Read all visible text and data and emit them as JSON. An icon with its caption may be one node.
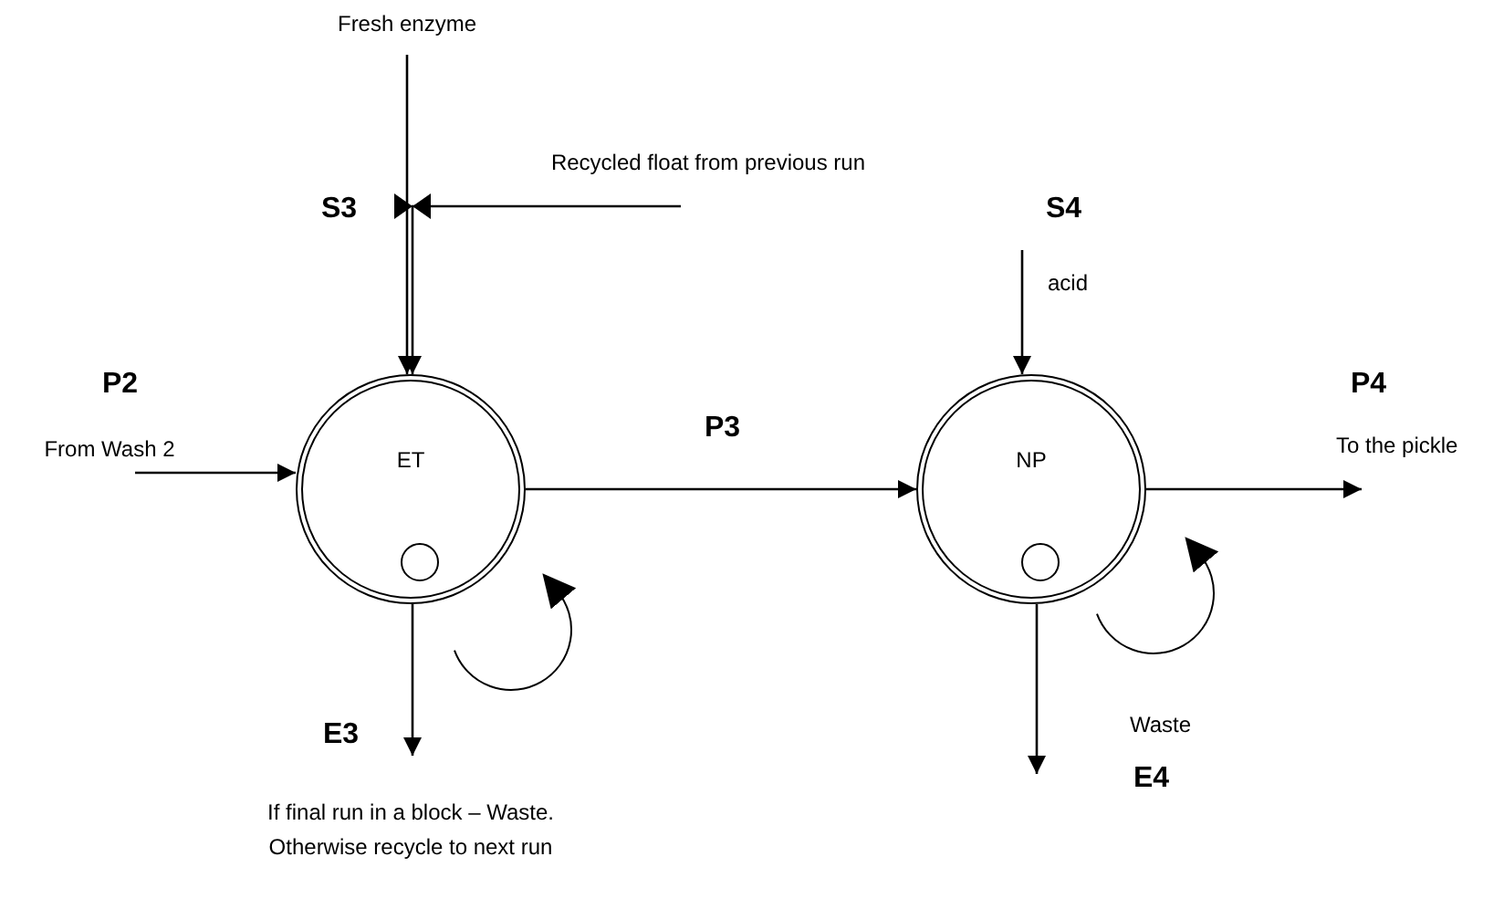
{
  "diagram": {
    "nodes": [
      {
        "text": [
          "ET"
        ]
      },
      {
        "text": [
          "NP"
        ]
      },
      {
        "text": [
          "Fresh enzyme"
        ]
      },
      {
        "text": [
          "Recycled float from previous run"
        ]
      },
      {
        "text": [
          "From Wash 2"
        ]
      },
      {
        "text": [
          "If final run in a block – Waste. Otherwise recycle to next run"
        ]
      }
    ],
    "edges": [
      {
        "from": 2,
        "to": 0,
        "arrow": "to"
      },
      {
        "from": 3,
        "to": 0,
        "arrow": "to"
      },
      {
        "from": 4,
        "to": 0,
        "arrow": "to"
      },
      {
        "from": 0,
        "to": 1,
        "arrow": "to"
      },
      {
        "from": null,
        "to": 1,
        "arrow": "to",
        "label": "acid"
      },
      {
        "from": 1,
        "to": null,
        "arrow": "to",
        "label": "To the pickle"
      },
      {
        "from": 0,
        "to": 5,
        "arrow": "to"
      },
      {
        "from": 1,
        "to": null,
        "arrow": "to",
        "label": "Waste"
      }
    ],
    "labels": [
      "S3",
      "S4",
      "P2",
      "P4",
      "P3",
      "E3",
      "E4"
    ]
  }
}
